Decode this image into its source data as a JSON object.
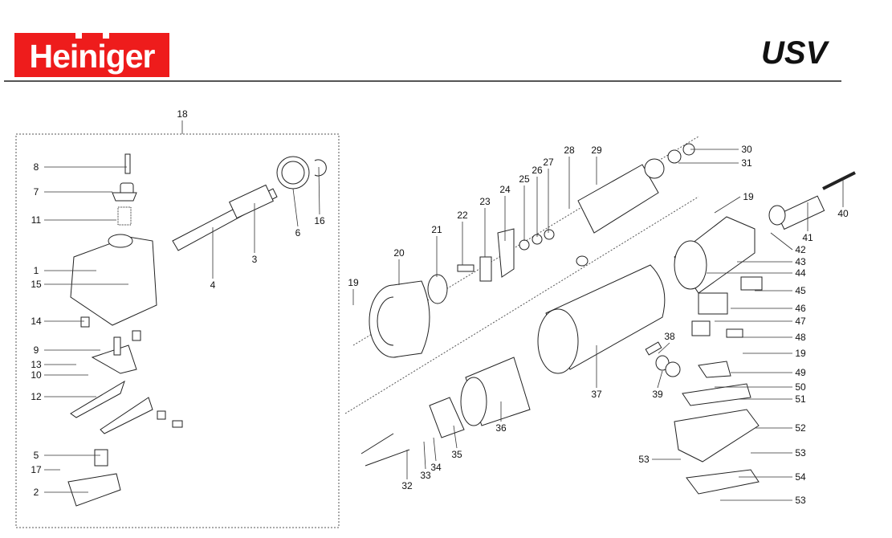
{
  "header": {
    "brand": "Heiniger",
    "title": "USV"
  },
  "labels": [
    "18",
    "8",
    "7",
    "11",
    "1",
    "15",
    "14",
    "9",
    "13",
    "10",
    "12",
    "5",
    "17",
    "2",
    "4",
    "3",
    "6",
    "16",
    "19",
    "20",
    "21",
    "22",
    "23",
    "24",
    "25",
    "26",
    "27",
    "28",
    "29",
    "30",
    "31",
    "19",
    "40",
    "41",
    "42",
    "43",
    "44",
    "45",
    "46",
    "47",
    "48",
    "19",
    "49",
    "50",
    "51",
    "52",
    "53",
    "53",
    "54",
    "53",
    "38",
    "39",
    "37",
    "36",
    "35",
    "34",
    "33",
    "32"
  ]
}
